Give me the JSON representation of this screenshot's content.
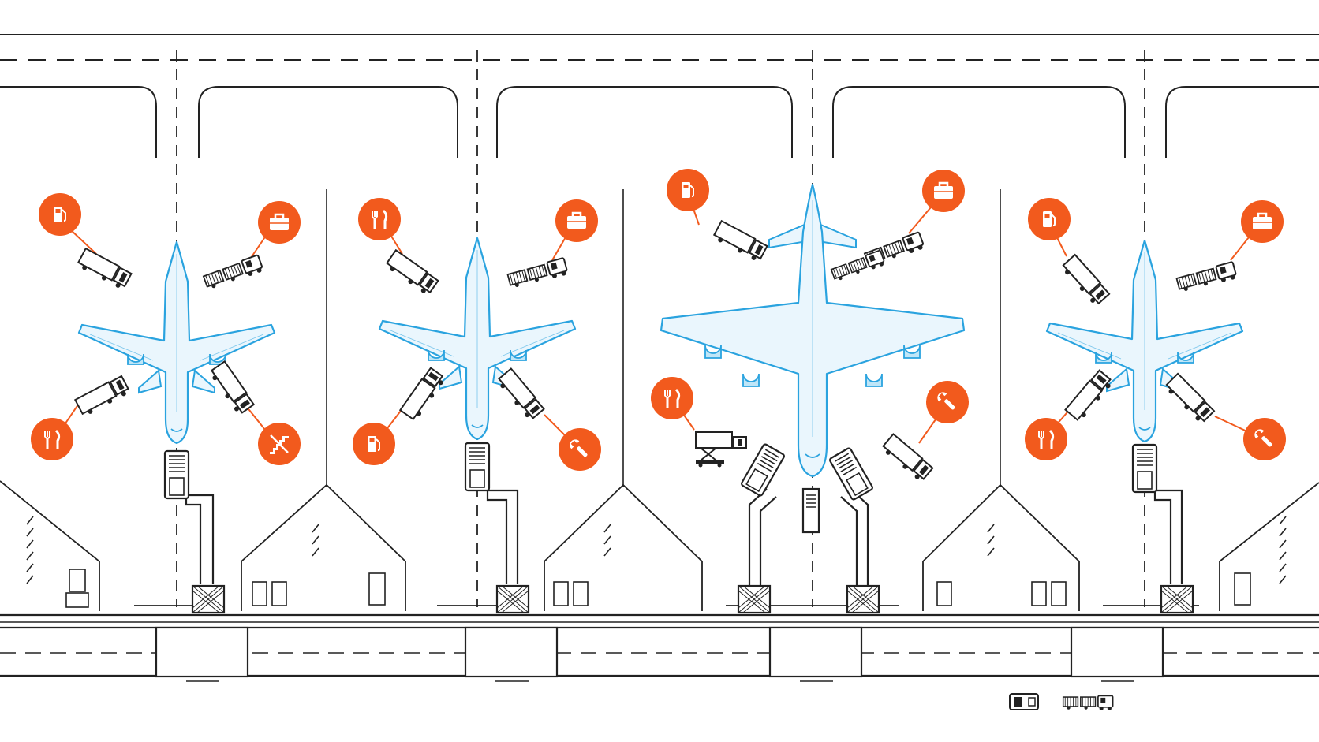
{
  "title": "",
  "colors": {
    "aircraft": "#2aa3df",
    "aircraft_fill": "#eaf6fd",
    "service_marker": "#f25a1d",
    "service_icon": "#ffffff",
    "lines": "#222222",
    "background": "#ffffff"
  },
  "icon_legend": {
    "fuel": "fuel-pump-icon",
    "baggage": "suitcase-icon",
    "catering": "fork-knife-icon",
    "maintenance": "wrench-icon",
    "stairs": "crossed-stairs-icon"
  },
  "gates": [
    {
      "id": "gate-1",
      "aircraft": "narrowbody",
      "services": [
        {
          "type": "fuel",
          "vehicle": "fuel-truck"
        },
        {
          "type": "baggage",
          "vehicle": "baggage-train"
        },
        {
          "type": "catering",
          "vehicle": "catering-truck"
        },
        {
          "type": "stairs",
          "vehicle": "service-truck"
        }
      ]
    },
    {
      "id": "gate-2",
      "aircraft": "narrowbody",
      "services": [
        {
          "type": "catering",
          "vehicle": "catering-truck"
        },
        {
          "type": "baggage",
          "vehicle": "baggage-train"
        },
        {
          "type": "fuel",
          "vehicle": "fuel-truck"
        },
        {
          "type": "maintenance",
          "vehicle": "service-truck"
        }
      ]
    },
    {
      "id": "gate-3",
      "aircraft": "widebody",
      "services": [
        {
          "type": "fuel",
          "vehicle": "fuel-truck"
        },
        {
          "type": "baggage",
          "vehicle": "baggage-train"
        },
        {
          "type": "catering",
          "vehicle": "scissor-lift-catering-truck"
        },
        {
          "type": "maintenance",
          "vehicle": "service-truck"
        }
      ]
    },
    {
      "id": "gate-4",
      "aircraft": "narrowbody",
      "services": [
        {
          "type": "fuel",
          "vehicle": "fuel-truck"
        },
        {
          "type": "baggage",
          "vehicle": "baggage-train"
        },
        {
          "type": "catering",
          "vehicle": "catering-truck"
        },
        {
          "type": "maintenance",
          "vehicle": "service-truck"
        }
      ]
    }
  ]
}
